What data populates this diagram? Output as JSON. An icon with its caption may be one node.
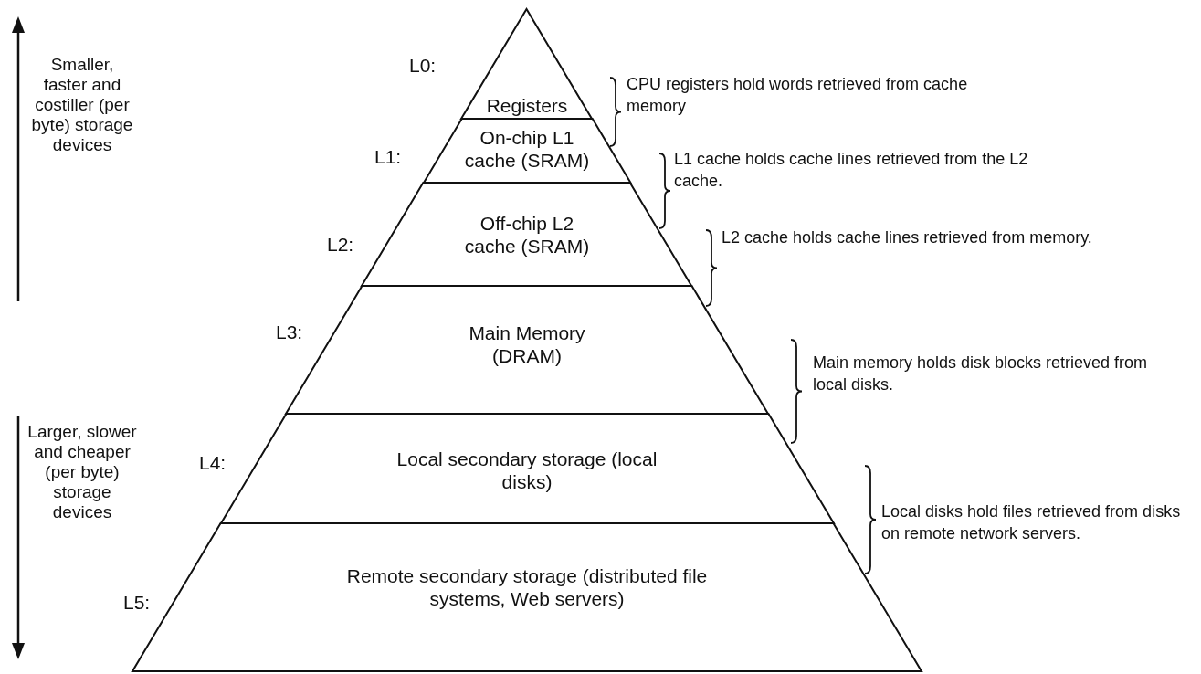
{
  "diagram": {
    "nodes": [
      {
        "text": [
          "Registers"
        ],
        "beside": [
          "L0:"
        ]
      },
      {
        "text": [
          "On-chip L1 cache (SRAM)"
        ],
        "beside": [
          "L1:"
        ]
      },
      {
        "text": [
          "Off-chip L2 cache (SRAM)"
        ],
        "beside": [
          "L2:"
        ]
      },
      {
        "text": [
          "Main Memory (DRAM)"
        ],
        "beside": [
          "L3:"
        ]
      },
      {
        "text": [
          "Local secondary storage (local disks)"
        ],
        "beside": [
          "L4:"
        ]
      },
      {
        "text": [
          "Remote secondary storage (distributed file systems, Web servers)"
        ],
        "beside": [
          "L5:"
        ]
      }
    ],
    "edges": [],
    "labels": [
      "Smaller, faster and costiller (per byte) storage devices",
      "CPU registers hold words retrieved from cache memory",
      "L1 cache holds cache lines retrieved from the L2 cache.",
      "L2 cache holds cache lines retrieved from memory.",
      "Main memory holds disk blocks retrieved from local disks.",
      "Larger, slower and cheaper (per byte) storage devices",
      "Local disks hold files retrieved from disks on remote network servers."
    ]
  }
}
